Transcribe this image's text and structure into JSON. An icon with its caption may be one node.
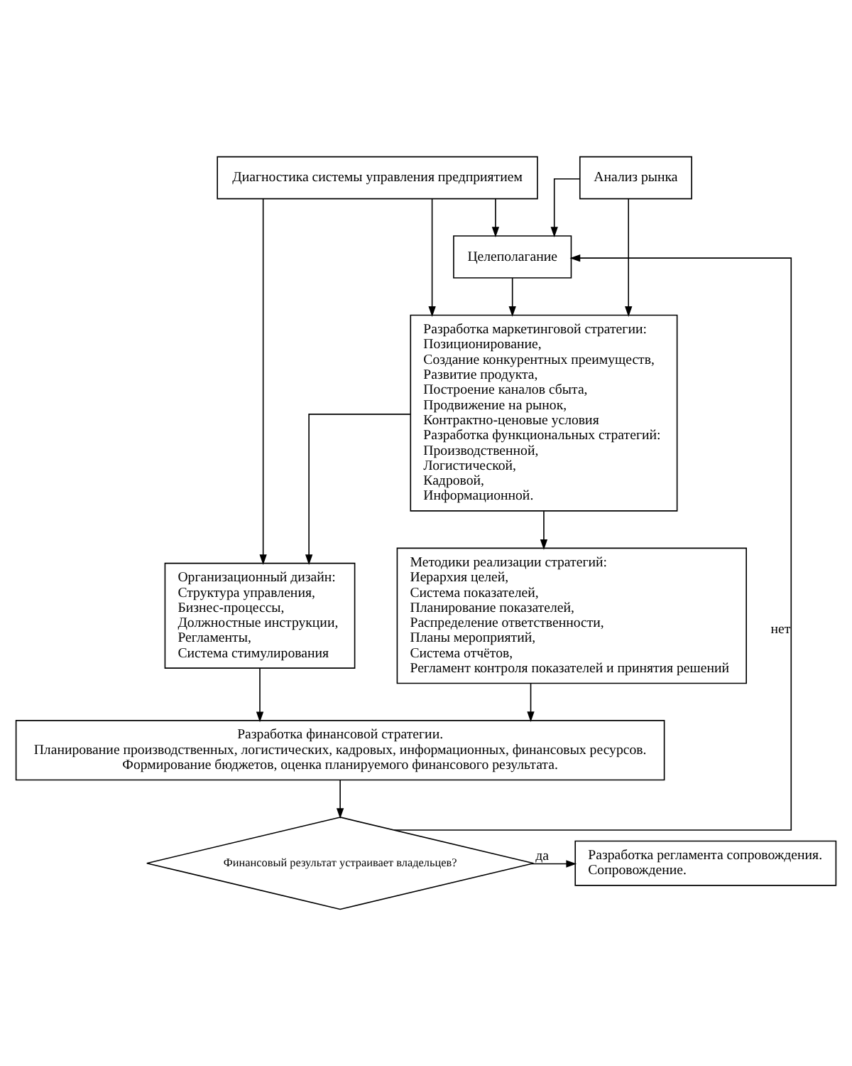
{
  "diagram": {
    "nodes": [
      {
        "text": [
          "Диагностика системы управления предприятием"
        ]
      },
      {
        "text": [
          "Анализ рынка"
        ]
      },
      {
        "text": [
          "Целеполагание"
        ]
      },
      {
        "text": [
          "Разработка маркетинговой стратегии:",
          "Позиционирование,",
          "Создание конкурентных преимуществ,",
          "Развитие продукта,",
          "Построение каналов сбыта,",
          "Продвижение на рынок,",
          "Контрактно-ценовые условия",
          "Разработка функциональных стратегий:",
          "Производственной,",
          "Логистической,",
          "Кадровой,",
          "Информационной."
        ]
      },
      {
        "text": [
          "Организационный дизайн:",
          "Структура управления,",
          "Бизнес-процессы,",
          "Должностные инструкции,",
          "Регламенты,",
          "Система стимулирования"
        ]
      },
      {
        "text": [
          "Методики реализации стратегий:",
          "Иерархия целей,",
          "Система показателей,",
          "Планирование показателей,",
          "Распределение ответственности,",
          "Планы мероприятий,",
          "Система отчётов,",
          "Регламент контроля показателей и принятия решений"
        ]
      },
      {
        "text": [
          "Разработка финансовой стратегии.",
          "Планирование производственных, логистических, кадровых, информационных, финансовых ресурсов.",
          "Формирование бюджетов, оценка планируемого финансового результата."
        ]
      },
      {
        "text": [
          "Финансовый результат устраивает владельцев?"
        ]
      },
      {
        "text": [
          "Разработка регламента сопровождения.",
          "Сопровождение."
        ]
      }
    ],
    "edges": [
      {
        "from": 0,
        "to": 2,
        "arrow": "to"
      },
      {
        "from": 0,
        "to": 3,
        "arrow": "to"
      },
      {
        "from": 0,
        "to": 4,
        "arrow": "to"
      },
      {
        "from": 1,
        "to": 2,
        "arrow": "to"
      },
      {
        "from": 1,
        "to": 3,
        "arrow": "to"
      },
      {
        "from": 2,
        "to": 3,
        "arrow": "to"
      },
      {
        "from": 3,
        "to": 4,
        "arrow": "to"
      },
      {
        "from": 3,
        "to": 5,
        "arrow": "to"
      },
      {
        "from": 4,
        "to": 6,
        "arrow": "to"
      },
      {
        "from": 5,
        "to": 6,
        "arrow": "to"
      },
      {
        "from": 6,
        "to": 7,
        "arrow": "to"
      },
      {
        "from": 7,
        "to": 8,
        "arrow": "to",
        "label": "да"
      },
      {
        "from": 7,
        "to": 2,
        "arrow": "to",
        "label": "нет"
      }
    ]
  }
}
